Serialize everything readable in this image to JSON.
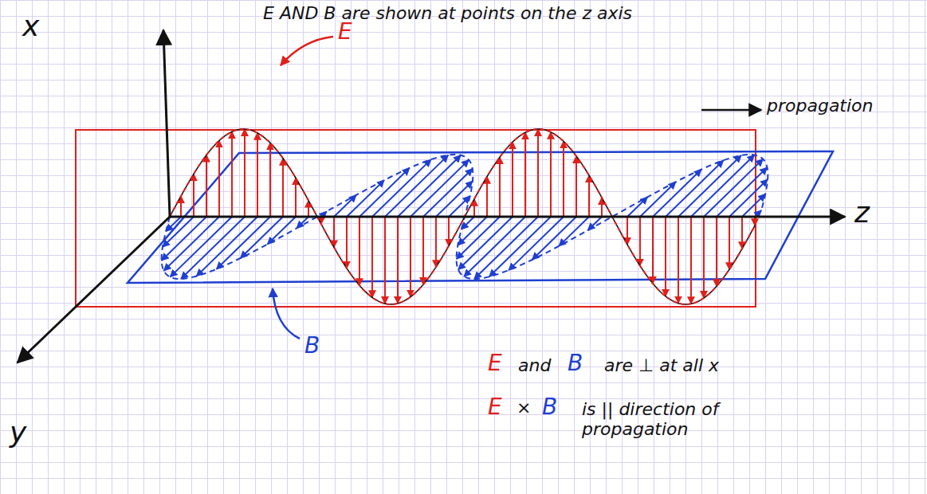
{
  "diagram": {
    "title": "E AND B are shown at points on the z axis",
    "labels": [
      "x",
      "y",
      "z",
      "propagation",
      "E",
      "B",
      "E",
      "and",
      "B",
      "are ⊥ at all x",
      "E",
      "×",
      "B",
      "is || direction of propagation"
    ]
  }
}
